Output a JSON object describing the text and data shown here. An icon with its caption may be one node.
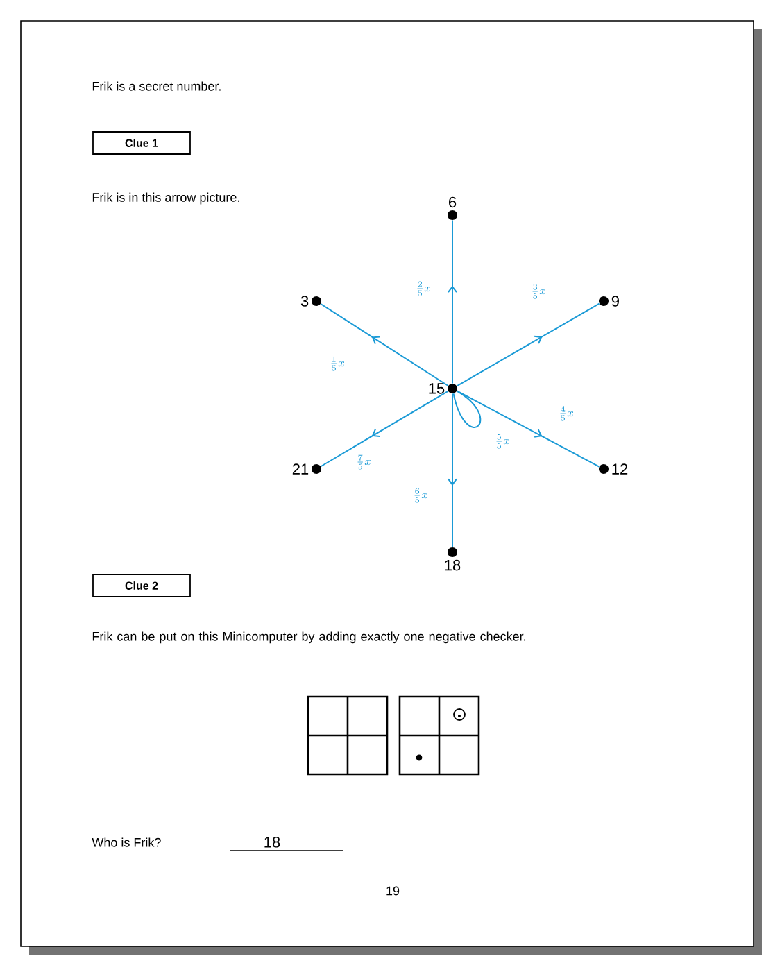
{
  "diagram": {
    "nodes": [
      {
        "text": [
          "Clue 1"
        ]
      },
      {
        "text": [
          "6"
        ]
      },
      {
        "text": [
          "3"
        ]
      },
      {
        "text": [
          "9"
        ]
      },
      {
        "text": [
          "15"
        ]
      },
      {
        "text": [
          "21"
        ]
      },
      {
        "text": [
          "12"
        ]
      },
      {
        "text": [
          "18"
        ]
      },
      {
        "text": [
          "Clue 2"
        ]
      }
    ],
    "edges": [
      {
        "from": 4,
        "to": 1,
        "arrow": "to",
        "label": "\\frac{2}{5}x"
      },
      {
        "from": 4,
        "to": 3,
        "arrow": "to",
        "label": "\\frac{3}{5}x"
      },
      {
        "from": 4,
        "to": 2,
        "arrow": "to",
        "label": "\\frac{1}{5}x"
      },
      {
        "from": 4,
        "to": 5,
        "arrow": "to",
        "label": "\\frac{7}{5}x"
      },
      {
        "from": 4,
        "to": 7,
        "arrow": "to",
        "label": "\\frac{6}{5}x"
      },
      {
        "from": 4,
        "to": 6,
        "arrow": "to",
        "label": "\\frac{4}{5}x"
      },
      {
        "from": 4,
        "to": 4,
        "arrow": "none",
        "label": "\\frac{5}{5}x"
      }
    ],
    "labels": [
      "Frik is a secret number.",
      "Frik is in this arrow picture.",
      "Frik can be put on this Minicomputer by adding exactly one negative checker.",
      "Who is Frik?",
      "18",
      "19"
    ]
  }
}
